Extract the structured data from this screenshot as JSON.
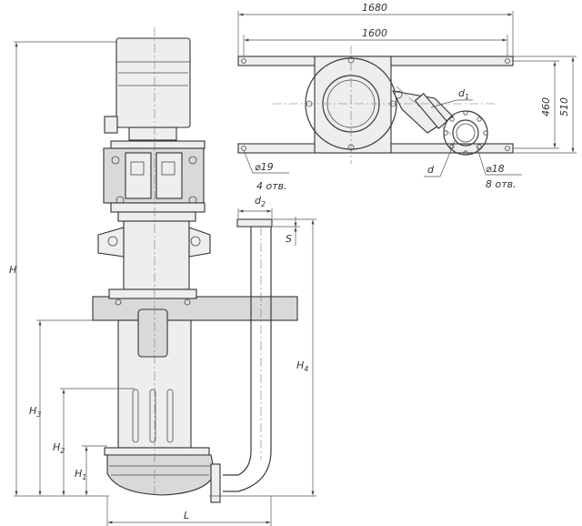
{
  "labels": {
    "dim_1680": "1680",
    "dim_1600": "1600",
    "dim_460": "460",
    "dim_510": "510",
    "d1": "d",
    "d1_sub": "1",
    "d": "d",
    "hole_19": "⌀19",
    "hole_19_count": "4 отв.",
    "hole_18": "⌀18",
    "hole_18_count": "8 отв.",
    "d2": "d",
    "d2_sub": "2",
    "S": "S",
    "H": "H",
    "H1": "H",
    "H1_sub": "1",
    "H2": "H",
    "H2_sub": "2",
    "H3": "H",
    "H3_sub": "3",
    "H4": "H",
    "H4_sub": "4",
    "L": "L"
  }
}
